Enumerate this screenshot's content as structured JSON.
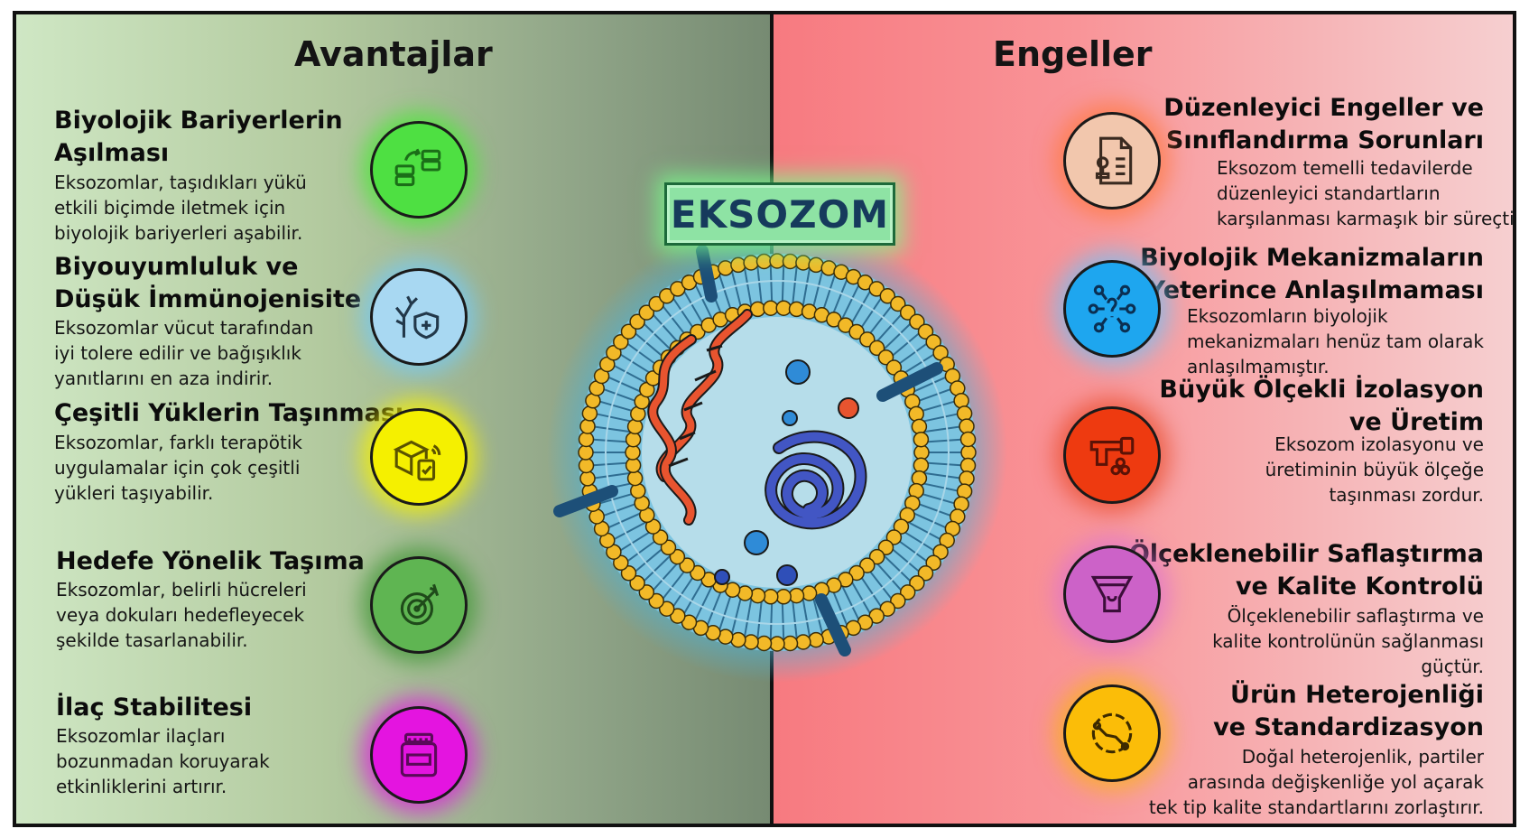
{
  "left": {
    "heading": "Avantajlar",
    "items": [
      {
        "title": "Biyolojik Bariyerlerin\nAşılması",
        "desc": "Eksozomlar, taşıdıkları yükü\netkili biçimde iletmek için\nbiyolojik bariyerleri aşabilir.",
        "icon": "server-transfer-icon",
        "color": "#4ee042"
      },
      {
        "title": "Biyouyumluluk ve\nDüşük İmmünojenisite",
        "desc": "Eksozomlar vücut tarafından\niyi tolere edilir ve bağışıklık\nyanıtlarını en aza indirir.",
        "icon": "immune-shield-icon",
        "color": "#a8d8f2"
      },
      {
        "title": "Çeşitli Yüklerin Taşınması",
        "desc": "Eksozomlar, farklı terapötik\nuygulamalar için çok çeşitli\nyükleri taşıyabilir.",
        "icon": "package-delivery-icon",
        "color": "#f5f000"
      },
      {
        "title": "Hedefe Yönelik Taşıma",
        "desc": "Eksozomlar, belirli hücreleri\nveya dokuları hedefleyecek\nşekilde tasarlanabilir.",
        "icon": "target-icon",
        "color": "#5fb552"
      },
      {
        "title": "İlaç Stabilitesi",
        "desc": "Eksozomlar ilaçları\nbozunmadan koruyarak\netkinliklerini artırır.",
        "icon": "medicine-bottle-icon",
        "color": "#e414e0"
      }
    ]
  },
  "right": {
    "heading": "Engeller",
    "items": [
      {
        "title": "Düzenleyici Engeller ve\nSınıflandırma Sorunları",
        "desc": "Eksozom temelli tedavilerde\ndüzenleyici standartların\nkarşılanması karmaşık bir süreçtir.",
        "icon": "regulation-document-icon",
        "color": "#f2c7ad"
      },
      {
        "title": "Biyolojik Mekanizmaların\nYeterince Anlaşılmaması",
        "desc": "Eksozomların biyolojik\nmekanizmaları henüz tam olarak\nanlaşılmamıştır.",
        "icon": "mechanism-network-icon",
        "color": "#1ea6ef"
      },
      {
        "title": "Büyük Ölçekli İzolasyon\nve Üretim",
        "desc": "Eksozom izolasyonu ve\nüretiminin büyük ölçeğe\ntaşınması zordur.",
        "icon": "isolation-pipeline-icon",
        "color": "#ee3a10"
      },
      {
        "title": "Ölçeklenebilir Saflaştırma\nve Kalite Kontrolü",
        "desc": "Ölçeklenebilir saflaştırma ve\nkalite kontrolünün sağlanması\ngüçtür.",
        "icon": "purification-filter-icon",
        "color": "#cc62c8"
      },
      {
        "title": "Ürün Heterojenliği\nve Standardizasyon",
        "desc": "Doğal heterojenlik, partiler\narasında değişkenliğe yol açarak\ntek tip kalite standartlarını zorlaştırır.",
        "icon": "heterogeneity-cycle-icon",
        "color": "#fbbd08"
      }
    ]
  },
  "center": {
    "label": "EKSOZOM"
  }
}
